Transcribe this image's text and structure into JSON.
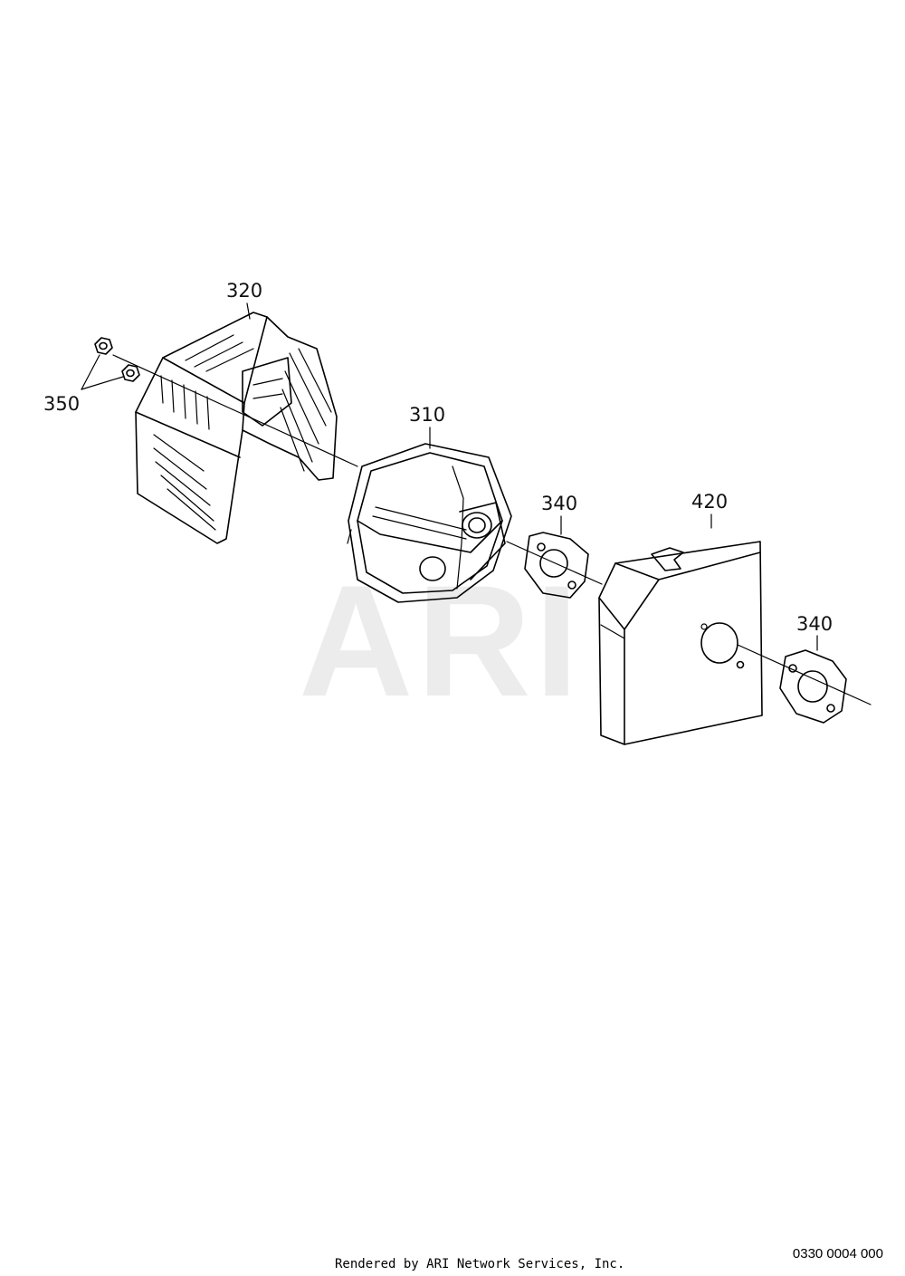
{
  "watermark": "ARI",
  "callouts": {
    "shield": "320",
    "nuts": "350",
    "muffler": "310",
    "gasket_a": "340",
    "cover": "420",
    "gasket_b": "340"
  },
  "footer": {
    "credit": "Rendered by ARI Network Services, Inc.",
    "diagram_code": "0330 0004 000"
  }
}
